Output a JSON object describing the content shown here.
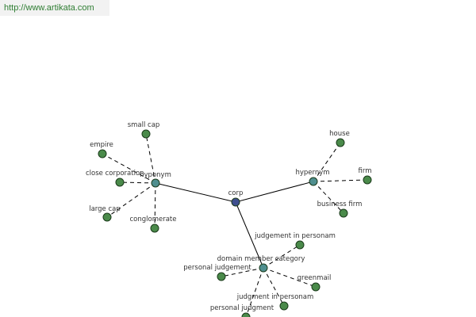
{
  "url": "http://www.artikata.com",
  "colors": {
    "root_node": "#3f4f8f",
    "hub_node": "#4f8f8f",
    "leaf_node": "#4a8a4a",
    "url_text": "#2e7d32"
  },
  "graph": {
    "nodes": [
      {
        "id": "corp",
        "label": "corp",
        "kind": "root"
      },
      {
        "id": "hyponym",
        "label": "hyponym",
        "kind": "hub"
      },
      {
        "id": "hypernym",
        "label": "hypernym",
        "kind": "hub"
      },
      {
        "id": "domain",
        "label": "domain member category",
        "kind": "hub"
      },
      {
        "id": "small-cap",
        "label": "small cap",
        "kind": "leaf"
      },
      {
        "id": "empire",
        "label": "empire",
        "kind": "leaf"
      },
      {
        "id": "close-corporation",
        "label": "close corporation",
        "kind": "leaf"
      },
      {
        "id": "large-cap",
        "label": "large cap",
        "kind": "leaf"
      },
      {
        "id": "conglomerate",
        "label": "conglomerate",
        "kind": "leaf"
      },
      {
        "id": "house",
        "label": "house",
        "kind": "leaf"
      },
      {
        "id": "firm",
        "label": "firm",
        "kind": "leaf"
      },
      {
        "id": "business-firm",
        "label": "business firm",
        "kind": "leaf"
      },
      {
        "id": "judgement-in-personam",
        "label": "judgement in personam",
        "kind": "leaf"
      },
      {
        "id": "personal-judgement",
        "label": "personal judgement",
        "kind": "leaf"
      },
      {
        "id": "greenmail",
        "label": "greenmail",
        "kind": "leaf"
      },
      {
        "id": "judgment-in-personam",
        "label": "judgment in personam",
        "kind": "leaf"
      },
      {
        "id": "personal-judgment",
        "label": "personal judgment",
        "kind": "leaf"
      }
    ],
    "edges": [
      {
        "from": "corp",
        "to": "hyponym",
        "style": "solid"
      },
      {
        "from": "corp",
        "to": "hypernym",
        "style": "solid"
      },
      {
        "from": "corp",
        "to": "domain",
        "style": "solid"
      },
      {
        "from": "hyponym",
        "to": "small-cap",
        "style": "dashed"
      },
      {
        "from": "hyponym",
        "to": "empire",
        "style": "dashed"
      },
      {
        "from": "hyponym",
        "to": "close-corporation",
        "style": "dashed"
      },
      {
        "from": "hyponym",
        "to": "large-cap",
        "style": "dashed"
      },
      {
        "from": "hyponym",
        "to": "conglomerate",
        "style": "dashed"
      },
      {
        "from": "hypernym",
        "to": "house",
        "style": "dashed"
      },
      {
        "from": "hypernym",
        "to": "firm",
        "style": "dashed"
      },
      {
        "from": "hypernym",
        "to": "business-firm",
        "style": "dashed"
      },
      {
        "from": "domain",
        "to": "judgement-in-personam",
        "style": "dashed"
      },
      {
        "from": "domain",
        "to": "personal-judgement",
        "style": "dashed"
      },
      {
        "from": "domain",
        "to": "greenmail",
        "style": "dashed"
      },
      {
        "from": "domain",
        "to": "judgment-in-personam",
        "style": "dashed"
      },
      {
        "from": "domain",
        "to": "personal-judgment",
        "style": "dashed"
      }
    ]
  }
}
